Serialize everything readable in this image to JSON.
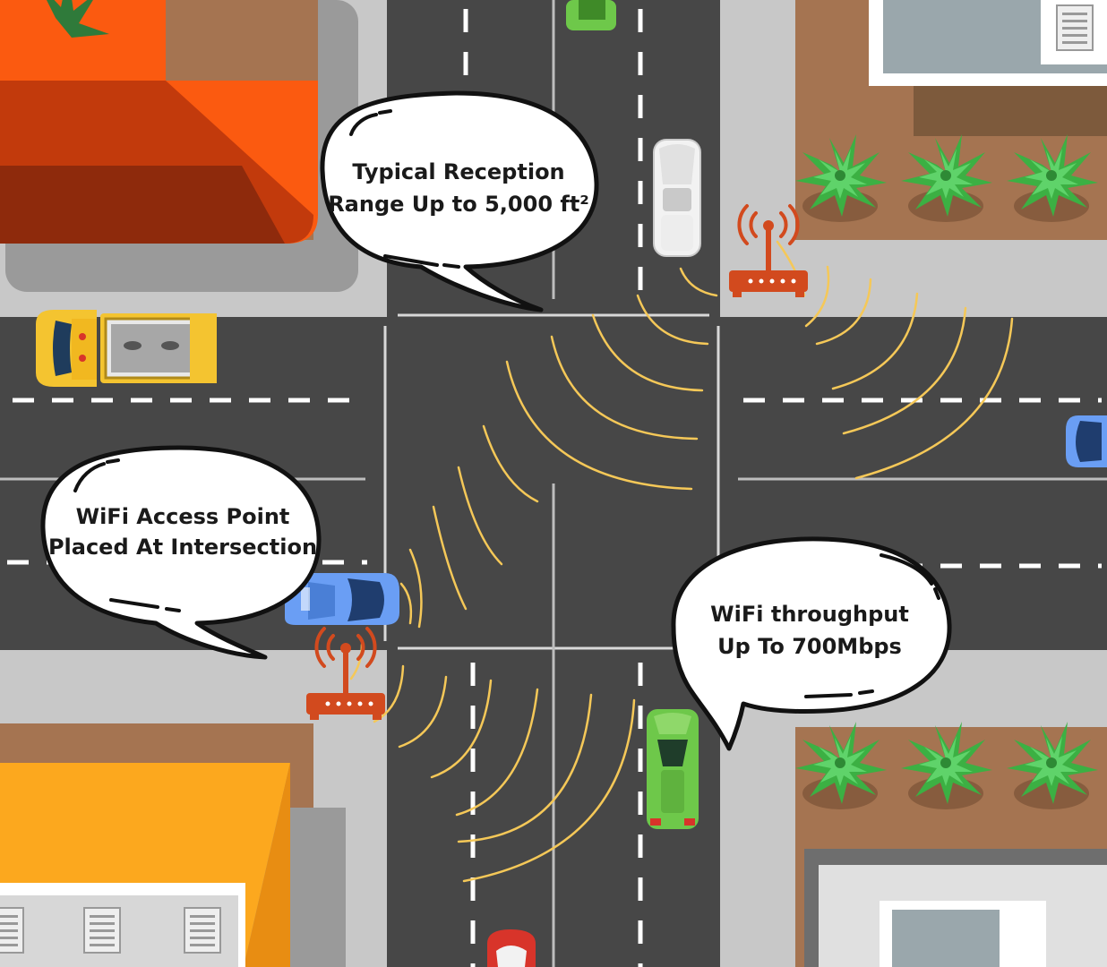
{
  "callouts": {
    "reception": {
      "line1": "Typical Reception",
      "line2": "Range Up to 5,000 ft²"
    },
    "access_point": {
      "line1": "WiFi Access Point",
      "line2": "Placed At Intersection"
    },
    "throughput": {
      "line1": "WiFi throughput",
      "line2": "Up To 700Mbps"
    }
  },
  "colors": {
    "road": "#474747",
    "sidewalk": "#c8c8c8",
    "lane_mark": "#ffffff",
    "signal_arc": "#f5c858",
    "router": "#d24a1e",
    "roof_orange": "#fb5a10",
    "roof_yellow": "#fca81e",
    "plant": "#3cb043",
    "soil": "#a57451"
  },
  "icons": [
    "wifi-router-icon",
    "car-icon",
    "truck-icon",
    "plant-icon",
    "building-icon"
  ]
}
